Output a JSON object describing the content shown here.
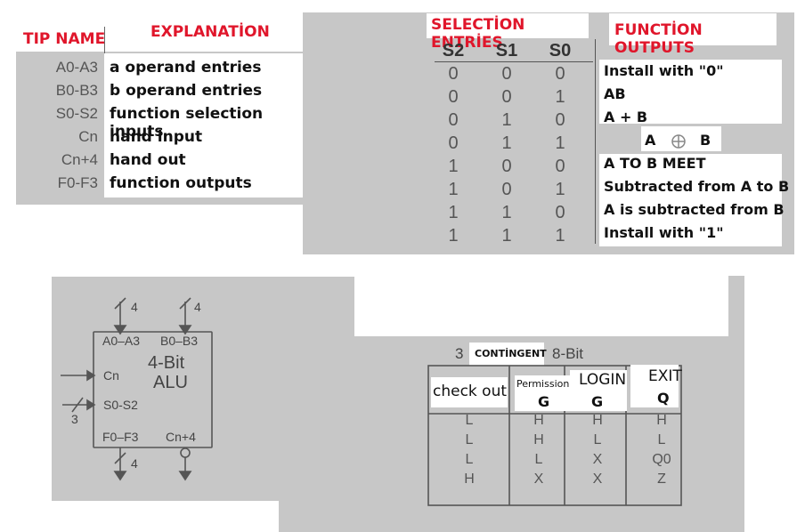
{
  "top_left": {
    "header_tip": "TIP NAME",
    "header_explanation": "EXPLANATİON",
    "rows": [
      {
        "name": "A0-A3",
        "explanation": "a operand entries"
      },
      {
        "name": "B0-B3",
        "explanation": "b operand entries"
      },
      {
        "name": "S0-S2",
        "explanation": "function selection inputs"
      },
      {
        "name": "Cn",
        "explanation": "hand input"
      },
      {
        "name": "Cn+4",
        "explanation": "hand out"
      },
      {
        "name": "F0-F3",
        "explanation": "function outputs"
      }
    ]
  },
  "top_right": {
    "header_selection": "SELECTİON ENTRİES",
    "header_function": "FUNCTİON OUTPUTS",
    "col_headers": [
      "S2",
      "S1",
      "S0"
    ],
    "rows": [
      {
        "s2": "0",
        "s1": "0",
        "s0": "0",
        "out": "Install with \"0\""
      },
      {
        "s2": "0",
        "s1": "0",
        "s0": "1",
        "out": "AB"
      },
      {
        "s2": "0",
        "s1": "1",
        "s0": "0",
        "out": "A + B"
      },
      {
        "s2": "0",
        "s1": "1",
        "s0": "1",
        "out_a": "A",
        "out_b": "B"
      },
      {
        "s2": "1",
        "s1": "0",
        "s0": "0",
        "out": "A TO B MEET"
      },
      {
        "s2": "1",
        "s1": "0",
        "s0": "1",
        "out": "Subtracted from A to B"
      },
      {
        "s2": "1",
        "s1": "1",
        "s0": "0",
        "out": "A is subtracted from B"
      },
      {
        "s2": "1",
        "s1": "1",
        "s0": "1",
        "out": "Install with \"1\""
      }
    ]
  },
  "alu": {
    "bus_a": "4",
    "bus_b": "4",
    "bus_s": "3",
    "bus_f": "4",
    "port_a": "A0–A3",
    "port_b": "B0–B3",
    "title_1": "4-Bit",
    "title_2": "ALU",
    "port_cn": "Cn",
    "port_s": "S0-S2",
    "port_f": "F0–F3",
    "port_cn4": "Cn+4"
  },
  "tristate": {
    "title_prefix": "3",
    "title_badge": "CONTİNGENT",
    "title_suffix": "8-Bit",
    "headers": {
      "checkout": "check out",
      "permission": "Permission",
      "permission_sym": "G",
      "login": "LOGIN",
      "login_sym": "G",
      "exit": "EXIT",
      "exit_sym": "Q"
    },
    "rows": [
      [
        "L",
        "H",
        "H",
        "H"
      ],
      [
        "L",
        "H",
        "L",
        "L"
      ],
      [
        "L",
        "L",
        "X",
        "Q0"
      ],
      [
        "H",
        "X",
        "X",
        "Z"
      ]
    ]
  }
}
